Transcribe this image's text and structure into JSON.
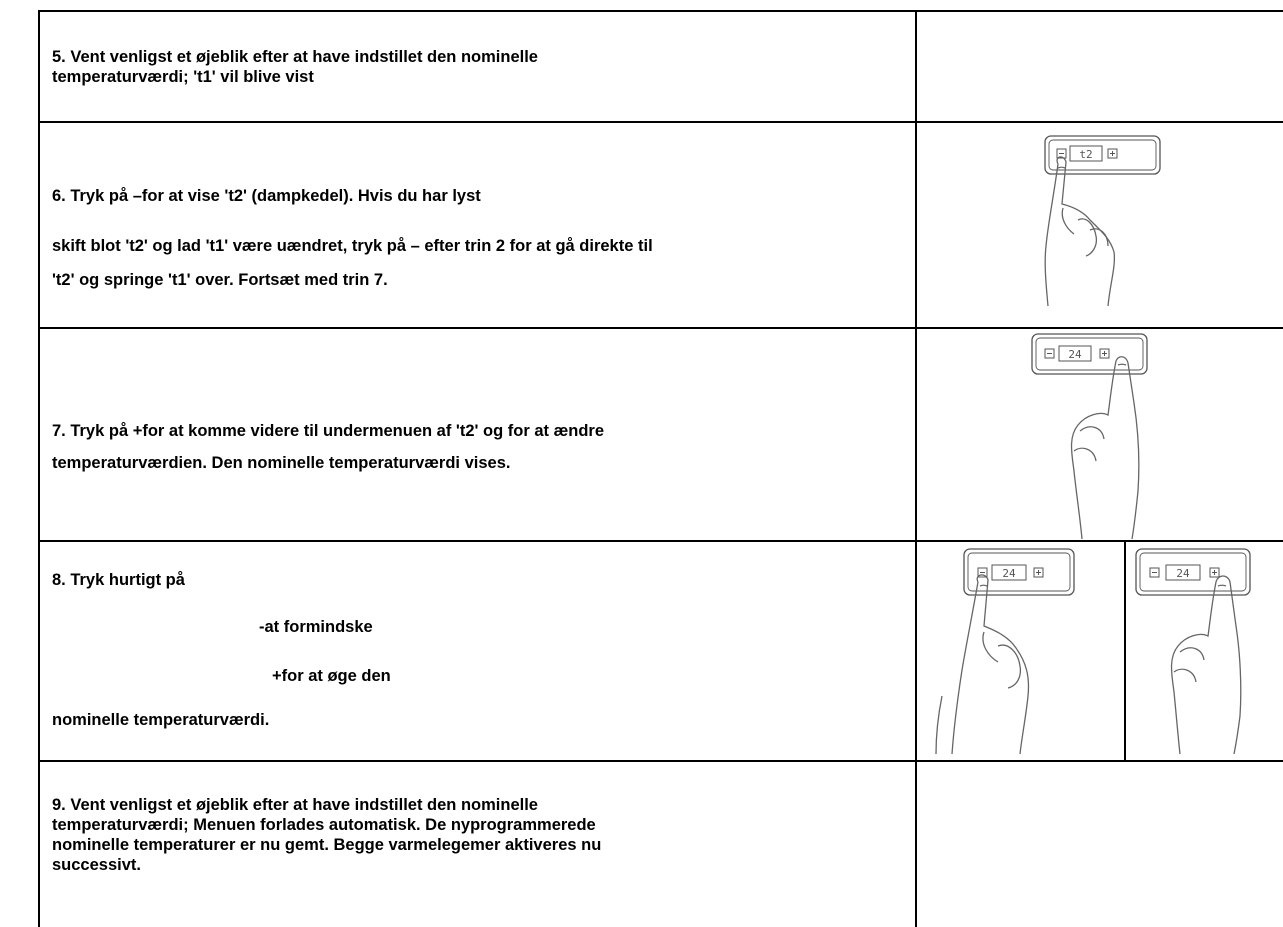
{
  "steps": [
    {
      "id": "5",
      "lines": [
        "5. Vent venligst et øjeblik efter at have indstillet den nominelle",
        "temperaturværdi; 't1' vil blive vist"
      ]
    },
    {
      "id": "6",
      "lines": [
        "6. Tryk på –for at vise 't2' (dampkedel). Hvis du har lyst",
        "skift blot 't2' og lad 't1' være uændret, tryk på – efter trin 2 for at gå direkte til",
        "'t2' og springe 't1' over. Fortsæt med trin 7."
      ],
      "display": "t2",
      "pressed_button": "minus"
    },
    {
      "id": "7",
      "lines": [
        "7. Tryk på +for at komme videre til undermenuen af 't2' og for at ændre",
        "temperaturværdien. Den nominelle temperaturværdi vises."
      ],
      "display": "24",
      "pressed_button": "plus"
    },
    {
      "id": "8",
      "lines": [
        "8. Tryk hurtigt på",
        "-at formindske",
        "+for at øge den",
        "nominelle temperaturværdi."
      ],
      "illustrations": [
        {
          "display": "24",
          "pressed_button": "minus"
        },
        {
          "display": "24",
          "pressed_button": "plus"
        }
      ]
    },
    {
      "id": "9",
      "lines": [
        "9. Vent venligst et øjeblik efter at have indstillet den nominelle",
        "temperaturværdi; Menuen forlades automatisk. De nyprogrammerede",
        "nominelle temperaturer er nu gemt. Begge varmelegemer aktiveres nu",
        "successivt."
      ]
    }
  ]
}
